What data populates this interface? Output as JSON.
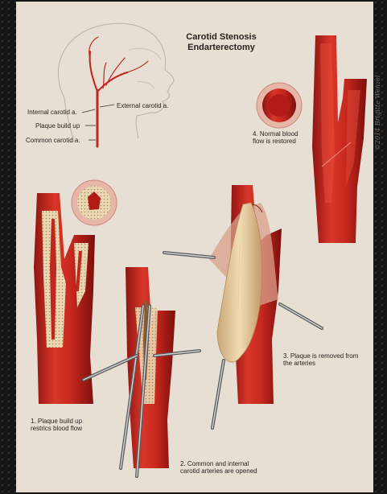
{
  "title": {
    "line1": "Carotid Stenosis",
    "line2": "Endarterectomy"
  },
  "anatomy_labels": {
    "internal": "Internal carotid a.",
    "external": "External carotid a.",
    "plaque": "Plaque build up",
    "common": "Common carotid a."
  },
  "steps": [
    {
      "line1": "1. Plaque build up",
      "line2": "restrics blood flow"
    },
    {
      "line1": "2. Common and internal",
      "line2": "carotid arteries are opened"
    },
    {
      "line1": "3. Plaque is removed from",
      "line2": "the arteries"
    },
    {
      "line1": "4. Normal blood",
      "line2": "flow is restored"
    }
  ],
  "signature": "©2014 Brigitte Wenzel"
}
